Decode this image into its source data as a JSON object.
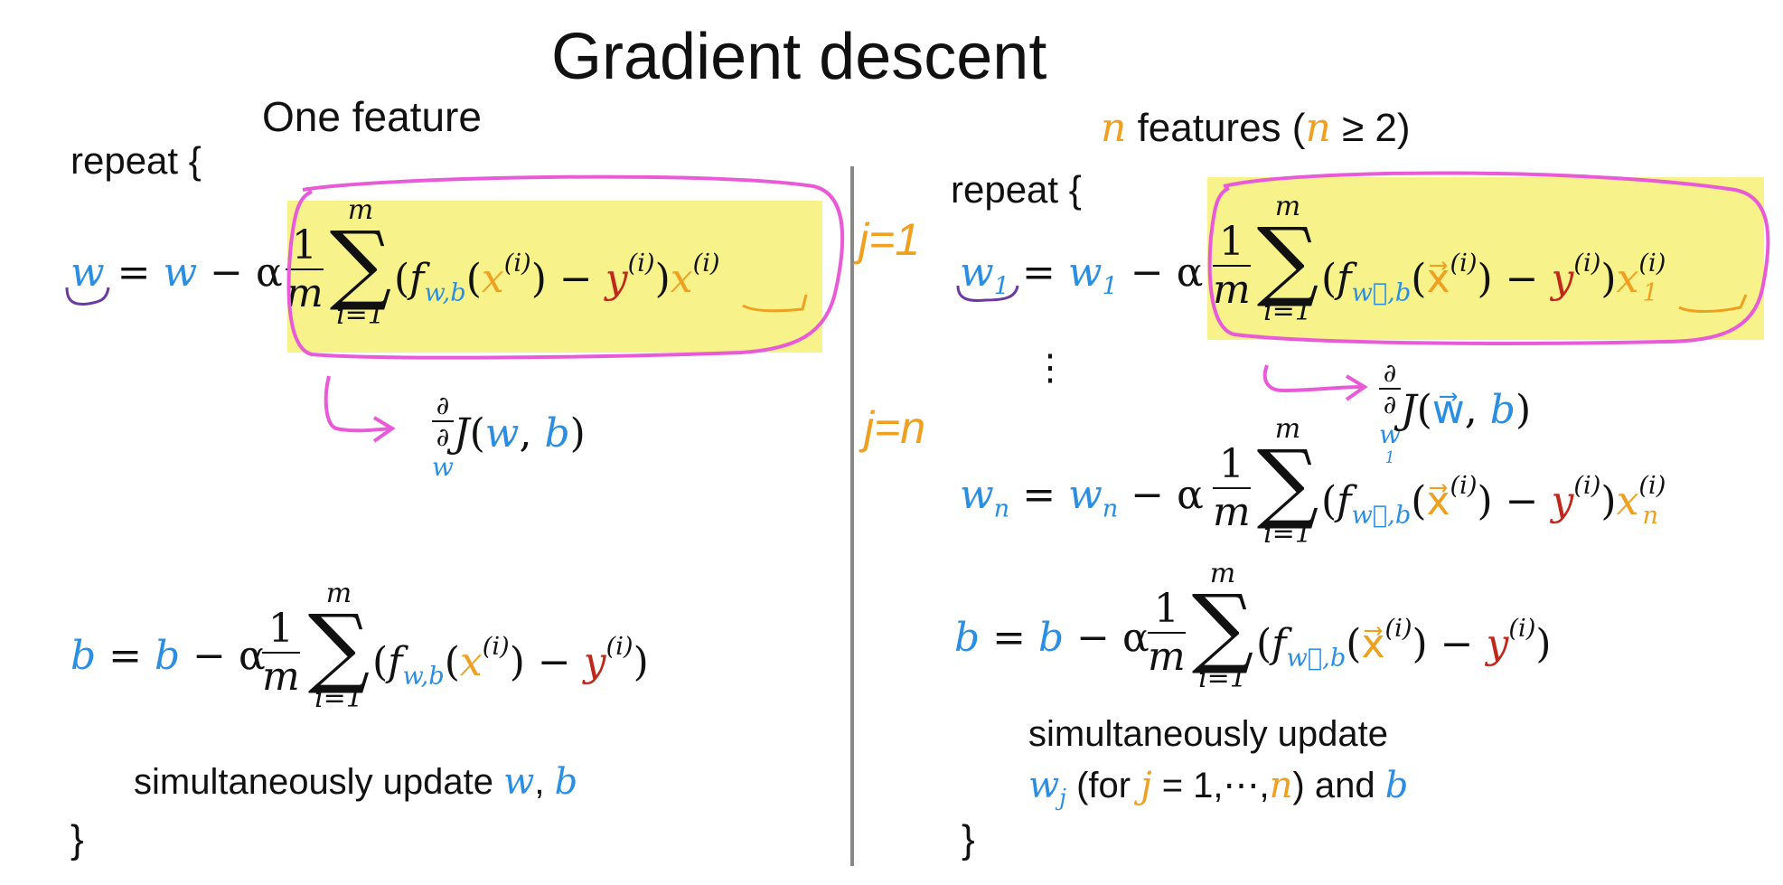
{
  "title": "Gradient descent",
  "left": {
    "heading": "One feature",
    "repeat_open": "repeat {",
    "close_brace": "}",
    "w_update": {
      "lhs": "w",
      "eq": " = ",
      "w": "w",
      "minus_alpha": " − α",
      "f": "f",
      "fsub": "w,b",
      "x": "x",
      "sup": "(i)",
      "minus": " − ",
      "y": "y",
      "x2": "x"
    },
    "partial": {
      "d_top": "∂",
      "d_bottom": "∂",
      "w": "w",
      "J": "J",
      "args_open": "(",
      "w_arg": "w",
      "comma": ", ",
      "b_arg": "b",
      "args_close": ")"
    },
    "b_update": {
      "lhs": "b",
      "eq": " = ",
      "b": "b",
      "minus_alpha": " − α",
      "f": "f",
      "fsub": "w,b",
      "x": "x",
      "sup": "(i)",
      "minus": " − ",
      "y": "y"
    },
    "frac_num": "1",
    "frac_den": "m",
    "sum_top": "m",
    "sum_sym": "∑",
    "sum_bottom": "i=1",
    "simul": {
      "text": "simultaneously update ",
      "w": "w",
      "sep": ", ",
      "b": "b"
    }
  },
  "right": {
    "heading_n": "n",
    "heading_text": " features (",
    "heading_n2": "n",
    "heading_cond": " ≥ 2)",
    "repeat_open": "repeat {",
    "close_brace": "}",
    "annot_j1": "j=1",
    "annot_jn": "j=n",
    "dots": "⋮",
    "w1_update": {
      "lhs": "w",
      "lhs_sub": "1",
      "eq": " = ",
      "w": "w",
      "w_sub": "1",
      "minus_alpha": " − α",
      "f": "f",
      "fsub": "w⃗,b",
      "x": "x⃗",
      "sup": "(i)",
      "minus": " − ",
      "y": "y",
      "x2": "x",
      "x2_sub": "1"
    },
    "partial": {
      "d_top": "∂",
      "d_bottom": "∂",
      "w": "w",
      "w_sub": "1",
      "J": "J",
      "args_open": "(",
      "w_arg": "w⃗",
      "comma": ", ",
      "b_arg": "b",
      "args_close": ")"
    },
    "wn_update": {
      "lhs": "w",
      "lhs_sub": "n",
      "eq": " = ",
      "w": "w",
      "w_sub": "n",
      "minus_alpha": " − α",
      "f": "f",
      "fsub": "w⃗,b",
      "x": "x⃗",
      "sup": "(i)",
      "minus": " − ",
      "y": "y",
      "x2": "x",
      "x2_sub": "n"
    },
    "b_update": {
      "lhs": "b",
      "eq": " = ",
      "b": "b",
      "minus_alpha": " − α",
      "f": "f",
      "fsub": "w⃗,b",
      "x": "x⃗",
      "sup": "(i)",
      "minus": " − ",
      "y": "y"
    },
    "simul_line1": "simultaneously update",
    "simul_line2": {
      "w": "w",
      "w_sub": "j",
      "for": " (for ",
      "j": "j",
      "range": " = 1,⋯,",
      "n": "n",
      "and": ") and ",
      "b": "b"
    }
  },
  "colors": {
    "blue": "#2a8ee2",
    "orange": "#f0a020",
    "red": "#c0281c",
    "pink": "#e85ad8",
    "highlight": "#f7f28a",
    "purple": "#6a3aa0"
  }
}
